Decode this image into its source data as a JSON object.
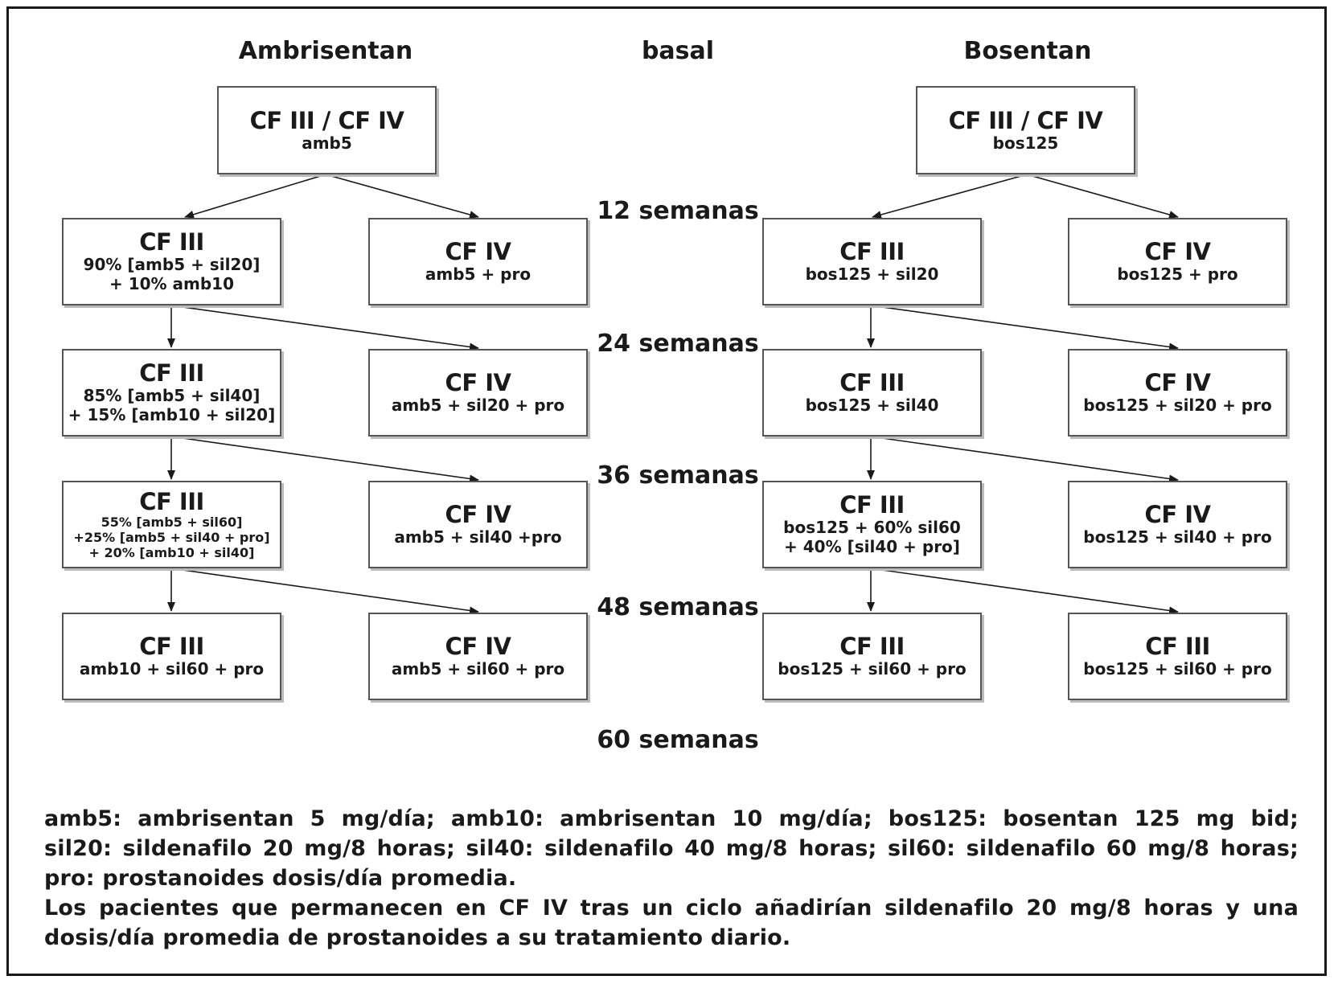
{
  "headers": {
    "left": "Ambrisentan",
    "center": "basal",
    "right": "Bosentan"
  },
  "timeline": [
    "12 semanas",
    "24 semanas",
    "36 semanas",
    "48 semanas",
    "60 semanas"
  ],
  "ambrisentan": {
    "start": {
      "title": "CF III / CF IV",
      "lines": [
        "amb5"
      ]
    },
    "w12_iii": {
      "title": "CF III",
      "lines": [
        "90% [amb5 + sil20]",
        "+ 10% amb10"
      ]
    },
    "w12_iv": {
      "title": "CF IV",
      "lines": [
        "amb5 + pro"
      ]
    },
    "w24_iii": {
      "title": "CF III",
      "lines": [
        "85% [amb5 + sil40]",
        "+ 15% [amb10 + sil20]"
      ]
    },
    "w24_iv": {
      "title": "CF IV",
      "lines": [
        "amb5 + sil20 + pro"
      ]
    },
    "w36_iii": {
      "title": "CF III",
      "lines": [
        "55% [amb5 + sil60]",
        "+25% [amb5 + sil40 + pro]",
        "+ 20% [amb10 + sil40]"
      ]
    },
    "w36_iv": {
      "title": "CF IV",
      "lines": [
        "amb5 + sil40 +pro"
      ]
    },
    "w48_iii": {
      "title": "CF III",
      "lines": [
        "amb10 + sil60 + pro"
      ]
    },
    "w48_iv": {
      "title": "CF IV",
      "lines": [
        "amb5 + sil60 + pro"
      ]
    }
  },
  "bosentan": {
    "start": {
      "title": "CF III / CF IV",
      "lines": [
        "bos125"
      ]
    },
    "w12_iii": {
      "title": "CF III",
      "lines": [
        "bos125 + sil20"
      ]
    },
    "w12_iv": {
      "title": "CF IV",
      "lines": [
        "bos125 + pro"
      ]
    },
    "w24_iii": {
      "title": "CF III",
      "lines": [
        "bos125 + sil40"
      ]
    },
    "w24_iv": {
      "title": "CF IV",
      "lines": [
        "bos125 + sil20 + pro"
      ]
    },
    "w36_iii": {
      "title": "CF III",
      "lines": [
        "bos125 + 60% sil60",
        "+ 40% [sil40 + pro]"
      ]
    },
    "w36_iv": {
      "title": "CF IV",
      "lines": [
        "bos125 + sil40 + pro"
      ]
    },
    "w48_iii": {
      "title": "CF III",
      "lines": [
        "bos125 + sil60 + pro"
      ]
    },
    "w48_iv": {
      "title": "CF III",
      "lines": [
        "bos125 + sil60 + pro"
      ]
    }
  },
  "legend": [
    "amb5: ambrisentan 5 mg/día; amb10: ambrisentan 10 mg/día; bos125: bosentan 125 mg bid;",
    "sil20: sildenafilo 20 mg/8 horas; sil40: sildenafilo 40 mg/8 horas; sil60: sildenafilo 60 mg/8 horas;",
    "pro: prostanoides dosis/día promedia.",
    "Los pacientes que permanecen en CF IV tras un ciclo añadirían sildenafilo 20 mg/8 horas y una",
    "dosis/día promedia de prostanoides a su tratamiento diario."
  ]
}
